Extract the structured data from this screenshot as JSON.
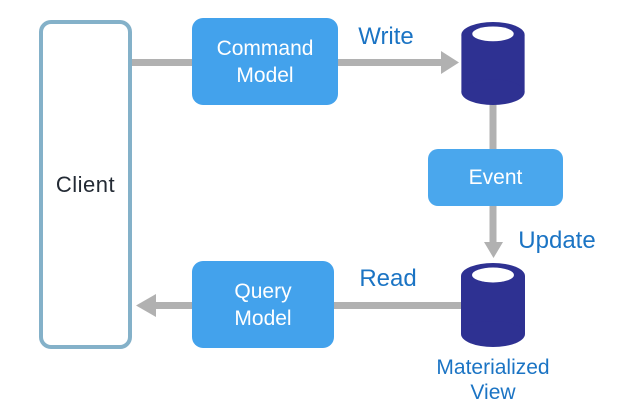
{
  "diagram": {
    "nodes": {
      "client": {
        "label": "Client"
      },
      "command_model": {
        "label": "Command\nModel"
      },
      "event": {
        "label": "Event"
      },
      "query_model": {
        "label": "Query\nModel"
      },
      "write_database": {
        "icon": "database-cylinder-icon"
      },
      "materialized_view_database": {
        "icon": "database-cylinder-icon",
        "caption": "Materialized\nView"
      }
    },
    "edge_labels": {
      "write": "Write",
      "update": "Update",
      "read": "Read"
    },
    "colors": {
      "model_box_blue": "#43A2EC",
      "event_box_blue": "#4AA7ED",
      "database_navy": "#2E3192",
      "edge_label_blue": "#1B74C4",
      "connector_gray": "#B1B1B1",
      "client_border_blue": "#84B1C9",
      "client_text": "#232A34",
      "background": "#FFFFFF"
    }
  }
}
